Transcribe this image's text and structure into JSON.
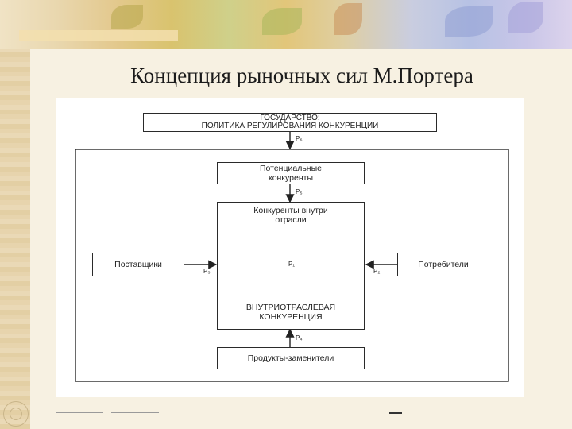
{
  "slide": {
    "title": "Концепция рыночных сил М.Портера"
  },
  "diagram": {
    "state": "ГОСУДАРСТВО:\nПОЛИТИКА РЕГУЛИРОВАНИЯ КОНКУРЕНЦИИ",
    "potential_competitors": "Потенциальные\nконкуренты",
    "industry_competitors": "Конкуренты внутри\nотрасли",
    "intra_industry": "ВНУТРИОТРАСЛЕВАЯ\nКОНКУРЕНЦИЯ",
    "suppliers": "Поставщики",
    "consumers": "Потребители",
    "substitutes": "Продукты-заменители",
    "labels": {
      "p1": "P₁",
      "p2": "P₂",
      "p3": "P₃",
      "p4": "P₄",
      "p5": "P₅",
      "p6": "P₆"
    }
  }
}
